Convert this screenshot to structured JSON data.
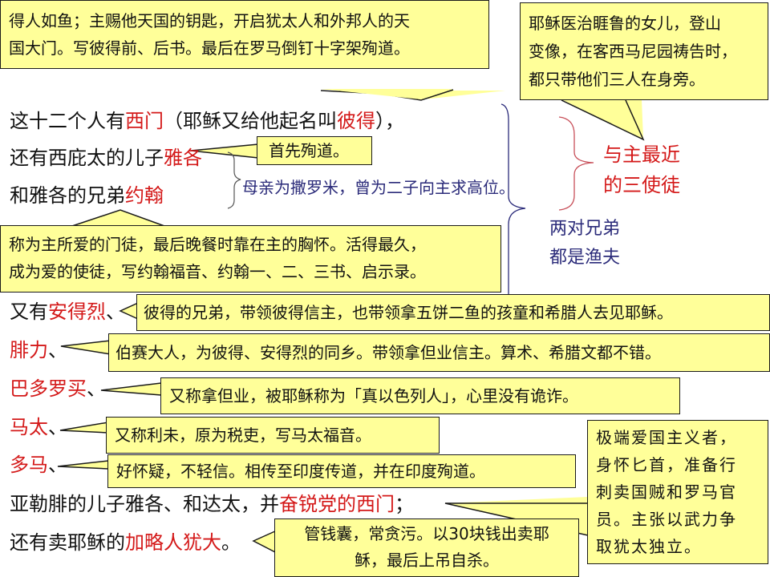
{
  "slide": {
    "callouts": {
      "peter": {
        "line1": "得人如鱼；主赐他天国的钥匙，开启犹太人和外邦人的天",
        "line2": "国大门。写彼得前、后书。最后在罗马倒钉十字架殉道。"
      },
      "inner_circle": {
        "line1": "耶稣医治睚鲁的女儿，登山",
        "line2": "变像，在客西马尼园祷告时，",
        "line3": "都只带他们三人在身旁。"
      },
      "james_martyr": "首先殉道。",
      "john": {
        "line1": "称为主所爱的门徒，最后晚餐时靠在主的胸怀。活得最久，",
        "line2": "成为爱的使徒，写约翰福音、约翰一、二、三书、启示录。"
      },
      "andrew": "彼得的兄弟，带领彼得信主，也带领拿五饼二鱼的孩童和希腊人去见耶稣。",
      "philip": "伯赛大人，为彼得、安得烈的同乡。带领拿但业信主。算术、希腊文都不错。",
      "bartholomew": "又称拿但业，被耶稣称为「真以色列人」，心里没有诡诈。",
      "matthew": "又称利未，原为税吏，写马太福音。",
      "thomas": "好怀疑，不轻信。相传至印度传道，并在印度殉道。",
      "zealot": {
        "line1": "极端爱国主义者，",
        "line2": "身怀匕首，准备行",
        "line3": "刺卖国贼和罗马官",
        "line4": "员。主张以武力争",
        "line5": "取犹太独立。"
      },
      "judas": {
        "line1": "管钱囊，常贪污。以30块钱出卖耶",
        "line2": "稣，最后上吊自杀。"
      }
    },
    "lines": {
      "l1": {
        "a": "这十二个人有",
        "b": "西门",
        "c": "（耶稣又给他起名叫",
        "d": "彼得",
        "e": "），"
      },
      "l2": {
        "a": "还有西庇太的儿子",
        "b": "雅各"
      },
      "l3": {
        "a": "和雅各的兄弟",
        "b": "约翰"
      },
      "l4": {
        "a": "又有",
        "b": "安得烈",
        "c": "、"
      },
      "l5": {
        "b": "腓力",
        "c": "、"
      },
      "l6": {
        "b": "巴多罗买",
        "c": "、"
      },
      "l7": {
        "b": "马太",
        "c": "、"
      },
      "l8": {
        "b": "多马",
        "c": "、"
      },
      "l9": {
        "a": "亚勒腓的儿子雅各、和达太，并",
        "b": "奋锐党的西门",
        "c": "；"
      },
      "l10": {
        "a": "还有卖耶稣的",
        "b": "加略人犹大",
        "c": "。"
      }
    },
    "annotations": {
      "mother_note": "母亲为撒罗米，曾为二子向主求高位。",
      "closest_three": {
        "line1": "与主最近",
        "line2": "的三使徒"
      },
      "two_brothers": {
        "line1": "两对兄弟",
        "line2": "都是渔夫"
      }
    },
    "colors": {
      "callout_fill": "#ffff99",
      "highlight_red": "#d41919",
      "annotation_navy": "#2b2b7a",
      "brace_red": "#c8505a"
    }
  }
}
